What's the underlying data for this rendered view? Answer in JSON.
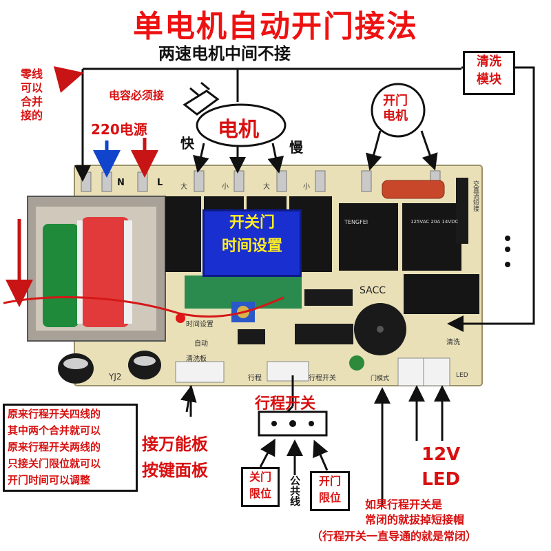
{
  "title": "单电机自动开门接法",
  "subtitle": "两速电机中间不接",
  "labels": {
    "neutral_note": [
      "零线",
      "可以",
      "合并",
      "接的"
    ],
    "capacitor_note": "电容必须接",
    "motor": "电机",
    "fast": "快",
    "slow": "慢",
    "power": "220电源",
    "door_motor": [
      "开门",
      "电机"
    ],
    "cleaning_module": [
      "清洗",
      "模块"
    ],
    "time_setting": [
      "开关门",
      "时间设置"
    ],
    "travel_switch": "行程开关",
    "connect_board": [
      "接万能板",
      "按键面板"
    ],
    "led": [
      "12V",
      "LED"
    ],
    "close_limit": [
      "关门",
      "限位"
    ],
    "common_line": "公共线",
    "open_limit": [
      "开门",
      "限位"
    ],
    "left_note": [
      "原来行程开关四线的",
      "其中两个合并就可以",
      "原来行程开关两线的",
      "只接关门限位就可以",
      "开门时间可以调整"
    ],
    "bottom_note": [
      "如果行程开关是",
      "常闭的就拔掉短接帽",
      "（行程开关一直导通的就是常闭）"
    ]
  },
  "pcb": {
    "terminal_letters": [
      "N",
      "L"
    ],
    "terminal_labels": [
      "大",
      "小",
      "大",
      "小"
    ],
    "relay_text": [
      "TENGFEI",
      "125VAC 20A 14VDC",
      "SACC"
    ],
    "silk_labels": [
      "时间设置",
      "自动",
      "清洗板",
      "行程",
      "行程开关",
      "清洗",
      "门模式",
      "LED",
      "交直流短接"
    ],
    "code": "YJ2"
  },
  "colors": {
    "title": "#ee1111",
    "arrow_red": "#c81414",
    "arrow_blue": "#1144cc",
    "pcb_board": "#e9e0b8",
    "relay": "#151515",
    "time_box": "#1a2fd0",
    "time_text": "#ffee22"
  },
  "icons": [
    "plug-icon",
    "transformer-icon",
    "relay-icon",
    "buzzer-icon",
    "capacitor-icon",
    "potentiometer-icon"
  ]
}
